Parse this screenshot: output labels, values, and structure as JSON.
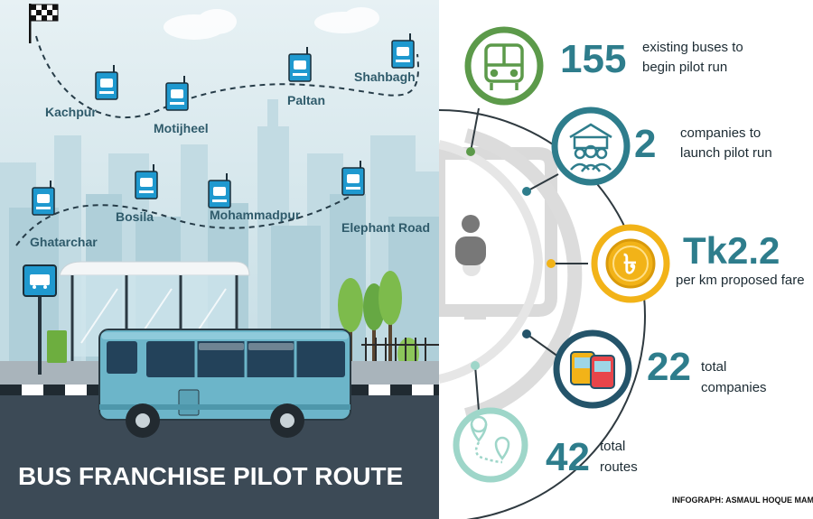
{
  "title": "BUS FRANCHISE PILOT ROUTE",
  "route_north": {
    "stops": [
      "Kachpur",
      "Motijheel",
      "Paltan",
      "Shahbagh"
    ]
  },
  "route_south": {
    "stops": [
      "Ghatarchar",
      "Bosila",
      "Mohammadpur",
      "Elephant Road"
    ]
  },
  "bus_stop_sign_text": "BUS STOP",
  "stats": [
    {
      "value": "155",
      "line1": "existing buses to",
      "line2": "begin pilot run",
      "icon": "bus-icon",
      "color": "#5c9a4a"
    },
    {
      "value": "2",
      "line1": "companies to",
      "line2": "launch pilot run",
      "icon": "people-building-icon",
      "color": "#2e7d8c"
    },
    {
      "value": "Tk2.2",
      "line1": "per km proposed fare",
      "line2": "",
      "icon": "taka-coin-icon",
      "color": "#f2b318"
    },
    {
      "value": "22",
      "line1": "total",
      "line2": "companies",
      "icon": "two-buses-icon",
      "color": "#24546a"
    },
    {
      "value": "42",
      "line1": "total",
      "line2": "routes",
      "icon": "route-pins-icon",
      "color": "#9ed6c9"
    }
  ],
  "credit": "INFOGRAPH: ASMAUL HOQUE MAMUN",
  "colors": {
    "sky": "#cfe4ea",
    "road": "#3c4a56",
    "bus": "#6cb5c9",
    "accent": "#2e7d8c"
  }
}
